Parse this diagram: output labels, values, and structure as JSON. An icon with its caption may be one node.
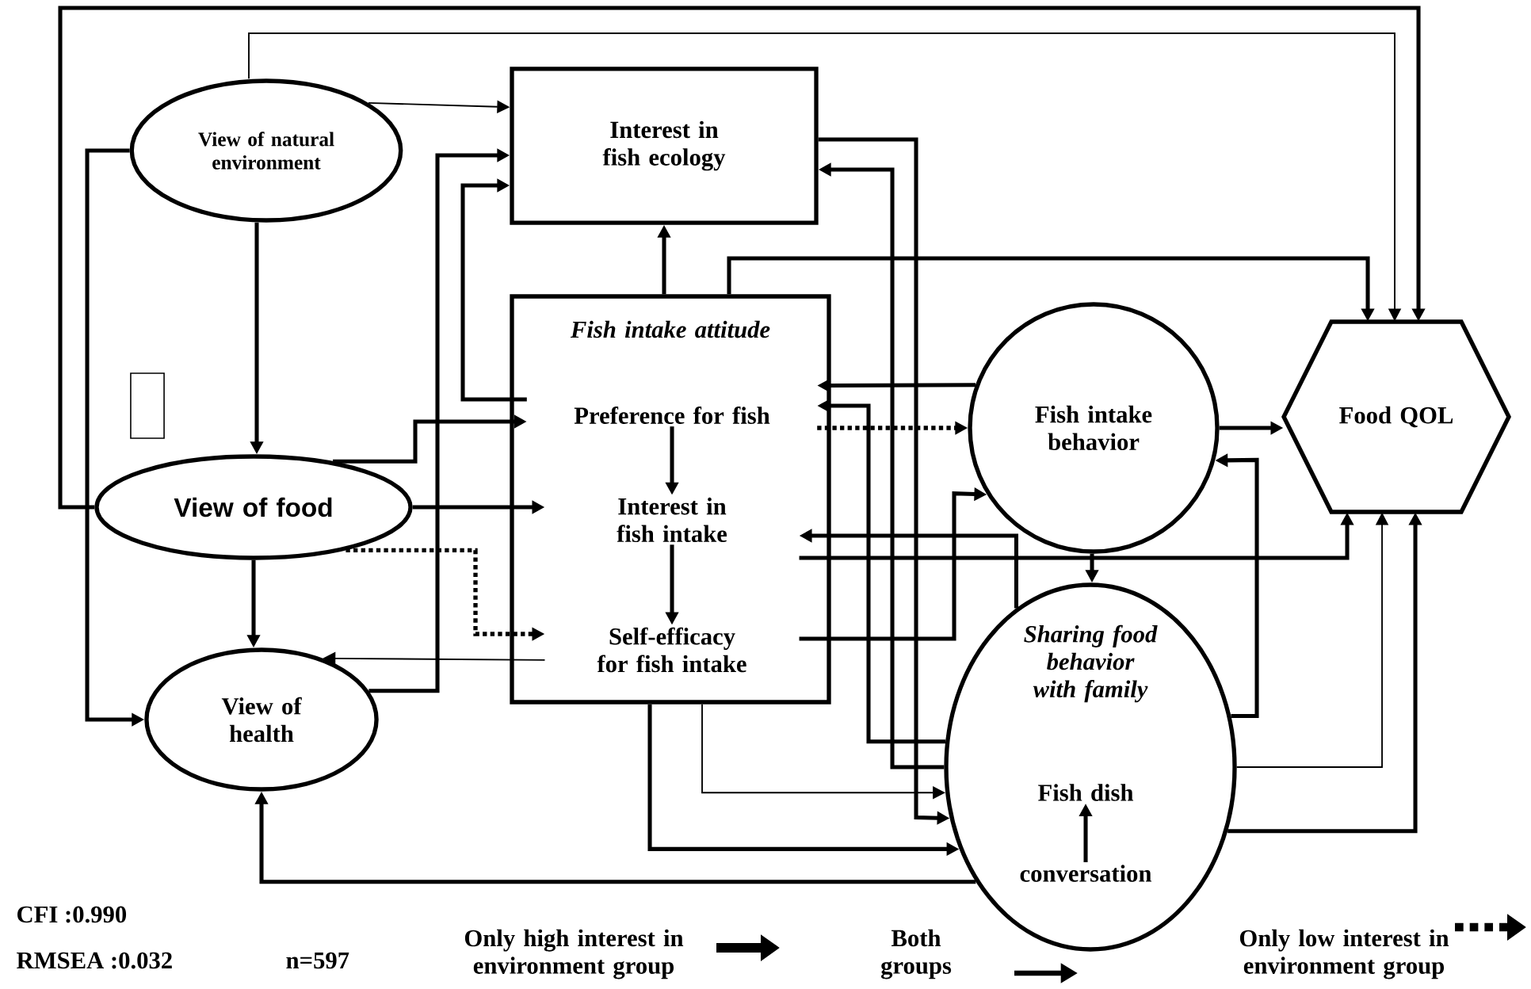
{
  "diagram": {
    "nodes": [
      {
        "text": [
          "View of natural environment"
        ]
      },
      {
        "text": [
          "Interest in fish ecology"
        ]
      },
      {
        "text": [
          "Fish intake attitude"
        ]
      },
      {
        "text": [
          "Preference for fish"
        ],
        "in": 2
      },
      {
        "text": [
          "Interest in fish intake"
        ],
        "in": 2
      },
      {
        "text": [
          "Self-efficacy for fish intake"
        ],
        "in": 2
      },
      {
        "text": [
          "View of food"
        ]
      },
      {
        "text": [
          "View of health"
        ]
      },
      {
        "text": [
          "Fish intake behavior"
        ]
      },
      {
        "text": [
          "Food QOL"
        ]
      },
      {
        "text": [
          "Sharing food behavior with family"
        ]
      },
      {
        "text": [
          "Fish dish"
        ],
        "in": 10
      },
      {
        "text": [
          "conversation"
        ],
        "in": 10
      },
      {
        "text": [],
        "shape": "box"
      }
    ],
    "edges": [
      {
        "from": 0,
        "to": 6,
        "arrow": "to"
      },
      {
        "from": 0,
        "to": 7,
        "arrow": "to"
      },
      {
        "from": 6,
        "to": 9,
        "arrow": "to"
      },
      {
        "from": 0,
        "to": 9,
        "arrow": "to"
      },
      {
        "from": 0,
        "to": 1,
        "arrow": "to"
      },
      {
        "from": 6,
        "to": 3,
        "arrow": "to"
      },
      {
        "from": 6,
        "to": 4,
        "arrow": "to"
      },
      {
        "from": 7,
        "to": 1,
        "arrow": "to"
      },
      {
        "from": 3,
        "to": 1,
        "arrow": "to"
      },
      {
        "from": 6,
        "to": 7,
        "arrow": "to"
      },
      {
        "from": 5,
        "to": 7,
        "arrow": "to"
      },
      {
        "from": 6,
        "to": 5,
        "arrow": "to",
        "style": "dashed"
      },
      {
        "from": 3,
        "to": 8,
        "arrow": "to",
        "style": "dashed"
      },
      {
        "from": 3,
        "to": 4,
        "arrow": "to"
      },
      {
        "from": 4,
        "to": 5,
        "arrow": "to"
      },
      {
        "from": 2,
        "to": 1,
        "arrow": "to"
      },
      {
        "from": 2,
        "to": 9,
        "arrow": "to"
      },
      {
        "from": 10,
        "to": 1,
        "arrow": "to"
      },
      {
        "from": 1,
        "to": 10,
        "arrow": "to"
      },
      {
        "from": 10,
        "to": 3,
        "arrow": "to"
      },
      {
        "from": 8,
        "to": 3,
        "arrow": "to"
      },
      {
        "from": 10,
        "to": 4,
        "arrow": "to"
      },
      {
        "from": 4,
        "to": 9,
        "arrow": "to"
      },
      {
        "from": 5,
        "to": 8,
        "arrow": "to"
      },
      {
        "from": 8,
        "to": 9,
        "arrow": "to"
      },
      {
        "from": 8,
        "to": 10,
        "arrow": "to"
      },
      {
        "from": 10,
        "to": 8,
        "arrow": "to"
      },
      {
        "from": 2,
        "to": 10,
        "arrow": "to"
      },
      {
        "from": 2,
        "to": 10,
        "arrow": "to"
      },
      {
        "from": 10,
        "to": 7,
        "arrow": "to"
      },
      {
        "from": 10,
        "to": 9,
        "arrow": "to"
      },
      {
        "from": 10,
        "to": 9,
        "arrow": "to"
      },
      {
        "from": 12,
        "to": 11,
        "arrow": "to"
      }
    ],
    "labels": [
      "CFI :0.990",
      "RMSEA :0.032",
      "n=597"
    ],
    "legend": [
      {
        "text": "Only high interest in environment group"
      },
      {
        "text": "Both groups"
      },
      {
        "text": "Only low interest in environment group"
      }
    ]
  }
}
